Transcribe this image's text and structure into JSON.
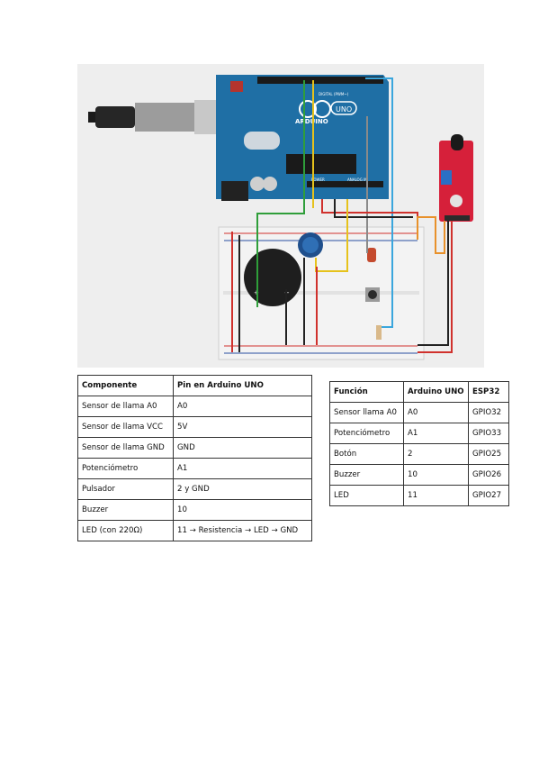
{
  "figure": {
    "board_brand": "ARDUINO",
    "board_model": "UNO",
    "board_power_label": "POWER",
    "board_analog_label": "ANALOG IN",
    "board_digital_label": "DIGITAL (PWM~)",
    "buzzer_plus": "+",
    "buzzer_minus": "−",
    "wire_colors": {
      "green": "#2f9e3a",
      "blue": "#3aa6dd",
      "gray": "#8a8a8a",
      "red": "#d0312d",
      "black": "#222222",
      "orange": "#e8912b",
      "yellow": "#e6c21c"
    },
    "board_color": "#1f6fa5",
    "sensor_color": "#d6203a"
  },
  "table1": {
    "headers": [
      "Componente",
      "Pin en Arduino UNO"
    ],
    "rows": [
      [
        "Sensor de llama A0",
        "A0"
      ],
      [
        "Sensor de llama VCC",
        "5V"
      ],
      [
        "Sensor de llama GND",
        "GND"
      ],
      [
        "Potenciómetro",
        "A1"
      ],
      [
        "Pulsador",
        "2 y GND"
      ],
      [
        "Buzzer",
        "10"
      ],
      [
        "LED (con 220Ω)",
        "11 → Resistencia → LED → GND"
      ]
    ]
  },
  "table2": {
    "headers": [
      "Función",
      "Arduino UNO",
      "ESP32"
    ],
    "rows": [
      [
        "Sensor llama A0",
        "A0",
        "GPIO32"
      ],
      [
        "Potenciómetro",
        "A1",
        "GPIO33"
      ],
      [
        "Botón",
        "2",
        "GPIO25"
      ],
      [
        "Buzzer",
        "10",
        "GPIO26"
      ],
      [
        "LED",
        "11",
        "GPIO27"
      ]
    ]
  }
}
